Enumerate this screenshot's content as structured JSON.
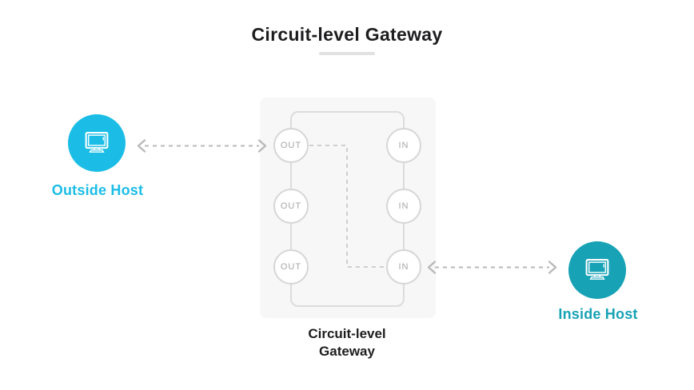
{
  "title": "Circuit-level Gateway",
  "gateway": {
    "caption_line1": "Circuit-level",
    "caption_line2": "Gateway",
    "out_ports": [
      {
        "label": "OUT"
      },
      {
        "label": "OUT"
      },
      {
        "label": "OUT"
      }
    ],
    "in_ports": [
      {
        "label": "IN"
      },
      {
        "label": "IN"
      },
      {
        "label": "IN"
      }
    ]
  },
  "hosts": {
    "outside": {
      "label": "Outside Host",
      "color": "#1bbde7"
    },
    "inside": {
      "label": "Inside Host",
      "color": "#17a2b6"
    }
  },
  "colors": {
    "heading_text": "#1d1d1f",
    "title_divider": "#e2e2e2",
    "panel_background": "#f7f7f7",
    "circuit_outline": "#dcdcdc",
    "port_border": "#d6d6d6",
    "port_text": "#a5a5a5",
    "arrow_gray": "#b9b9b9",
    "session_path_gray": "#cfcfcf"
  },
  "icons": {
    "outside_host": "monitor-icon",
    "inside_host": "monitor-icon"
  }
}
